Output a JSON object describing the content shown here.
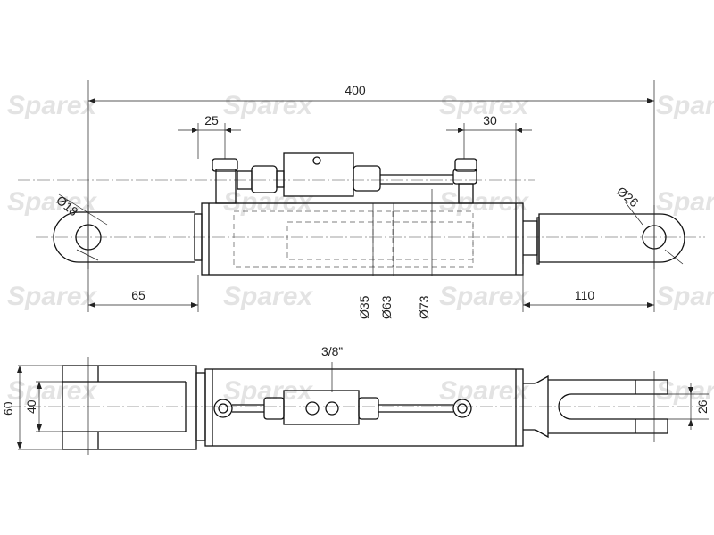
{
  "watermark": "Sparex",
  "dimensions": {
    "overall_length": "400",
    "fitting_offset_left": "25",
    "fitting_offset_right": "30",
    "pin_hole_left": "Ø18",
    "pin_hole_right": "Ø26",
    "eye_length": "65",
    "rod_extension": "110",
    "rod_diameter": "Ø35",
    "bore_diameter": "Ø63",
    "barrel_diameter": "Ø73",
    "port_thread": "3/8”",
    "clevis_outer": "60",
    "clevis_inner": "40",
    "clevis_slot": "26"
  },
  "colors": {
    "line": "#111111",
    "watermark": "#e3e3e3",
    "background": "#ffffff"
  }
}
